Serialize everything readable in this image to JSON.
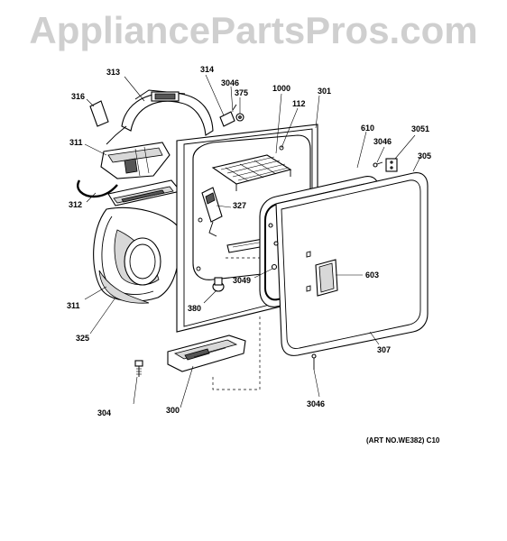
{
  "watermark": "AppliancePartsPros.com",
  "art_number": "(ART NO.WE382) C10",
  "callouts": {
    "c313": "313",
    "c316": "316",
    "c311a": "311",
    "c312": "312",
    "c311b": "311",
    "c325": "325",
    "c304": "304",
    "c300": "300",
    "c380": "380",
    "c314": "314",
    "c3046a": "3046",
    "c375": "375",
    "c1000": "1000",
    "c112": "112",
    "c301": "301",
    "c327": "327",
    "c3049": "3049",
    "c610": "610",
    "c3046b": "3046",
    "c3051": "3051",
    "c305": "305",
    "c603": "603",
    "c307": "307",
    "c3046c": "3046"
  }
}
